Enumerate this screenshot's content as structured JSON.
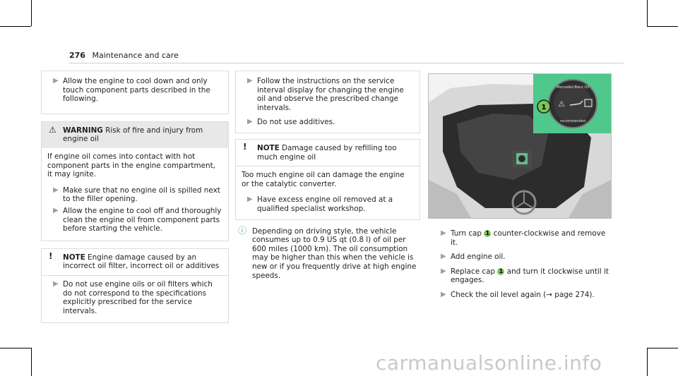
{
  "header": {
    "page_number": "276",
    "section": "Maintenance and care"
  },
  "col1": {
    "intro_step": "Allow the engine to cool down and only touch component parts described in the following.",
    "warning": {
      "title": "WARNING",
      "title_text": "Risk of fire and injury from engine oil",
      "body": "If engine oil comes into contact with hot component parts in the engine compartment, it may ignite.",
      "steps": [
        "Make sure that no engine oil is spilled next to the filler opening.",
        "Allow the engine to cool off and thoroughly clean the engine oil from component parts before starting the vehicle."
      ]
    },
    "note": {
      "title": "NOTE",
      "title_text": "Engine damage caused by an incorrect oil filter, incorrect oil or additives",
      "step": "Do not use engine oils or oil filters which do not correspond to the specifications explicitly prescribed for the service intervals."
    }
  },
  "col2": {
    "steps": [
      "Follow the instructions on the service interval display for changing the engine oil and observe the prescribed change intervals.",
      "Do not use additives."
    ],
    "note": {
      "title": "NOTE",
      "title_text": "Damage caused by refilling too much engine oil",
      "body": "Too much engine oil can damage the engine or the catalytic converter.",
      "step": "Have excess engine oil removed at a qualified specialist workshop."
    },
    "info": "Depending on driving style, the vehicle consumes up to 0.9 US qt (0.8 l) of oil per 600 miles (1000 km). The oil consumption may be higher than this when the vehicle is new or if you frequently drive at high engine speeds."
  },
  "col3": {
    "image_caption_cap_brand": "Mercedes-Benz Oil",
    "image_caption_cap_text": "recommended",
    "callout": "1",
    "steps": [
      {
        "pre": "Turn cap",
        "badge": "1",
        "post": "counter-clockwise and remove it."
      },
      {
        "pre": "Add engine oil.",
        "badge": "",
        "post": ""
      },
      {
        "pre": "Replace cap",
        "badge": "1",
        "post": "and turn it clockwise until it engages."
      },
      {
        "pre": "Check the oil level again (",
        "badge": "",
        "post": "→ page 274)."
      }
    ]
  },
  "watermark": "carmanualsonline.info"
}
